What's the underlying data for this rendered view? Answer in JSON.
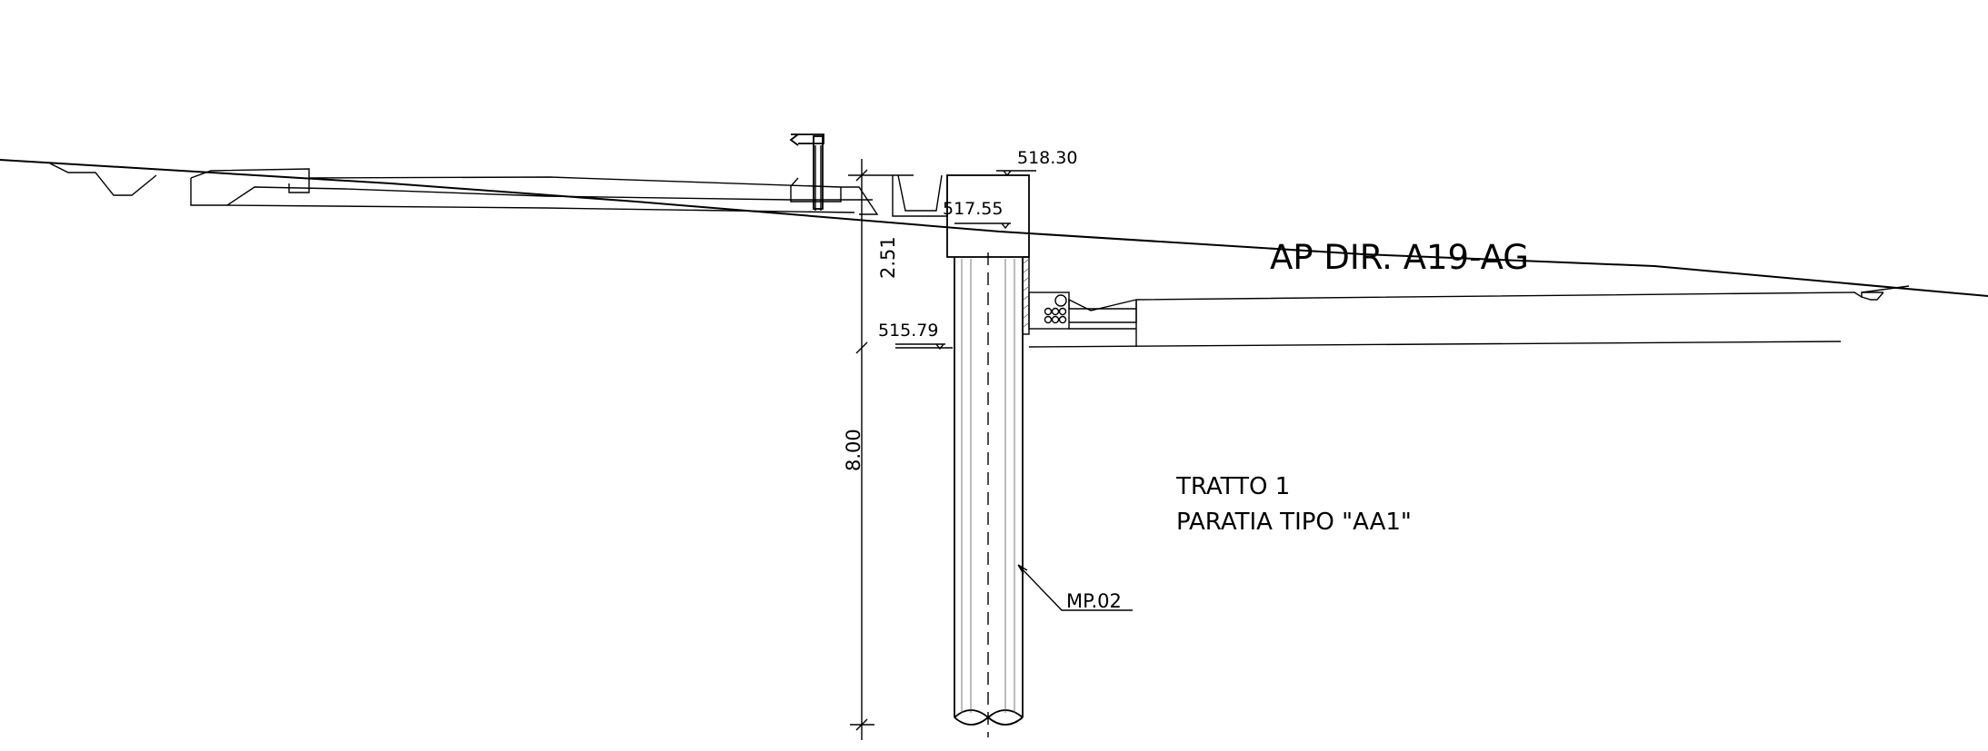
{
  "labels": {
    "elev_top": "518.30",
    "elev_mid": "517.55",
    "elev_bottom": "515.79",
    "dim_upper": "2.51",
    "dim_lower": "8.00",
    "road_label": "AP DIR. A19-AG",
    "title_line1": "TRATTO  1",
    "title_line2": "PARATIA  TIPO  \"AA1\"",
    "pile_callout": "MP.02"
  }
}
